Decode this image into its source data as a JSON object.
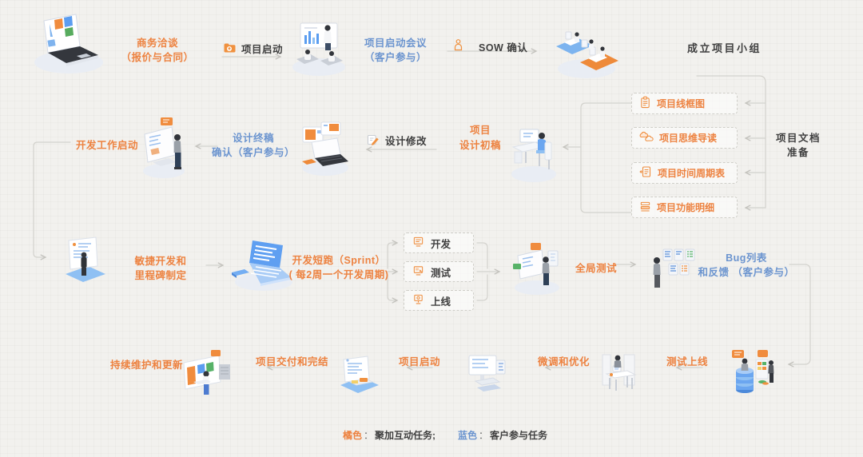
{
  "palette": {
    "orange": "#ed8240",
    "blue": "#6b94cf",
    "dark": "#3f3f3f",
    "connector_line": "#d3d2cd",
    "background": "#f2f1ee"
  },
  "row1": {
    "business_talk": {
      "line1": "商务洽谈",
      "line2": "（报价与合同）"
    },
    "project_start": {
      "icon": "folder-icon",
      "label": "项目启动"
    },
    "kickoff_meeting": {
      "line1": "项目启动会议",
      "line2": "（客户参与）"
    },
    "sow_confirm": {
      "icon": "figure-icon",
      "label": "SOW 确认"
    },
    "form_team": {
      "label": "成立项目小组"
    }
  },
  "docs": {
    "items": [
      {
        "icon": "wireframe-icon",
        "label": "项目线框图"
      },
      {
        "icon": "mindmap-icon",
        "label": "项目思维导读"
      },
      {
        "icon": "schedule-icon",
        "label": "项目时间周期表"
      },
      {
        "icon": "feature-list-icon",
        "label": "项目功能明细"
      }
    ],
    "prep_label": {
      "line1": "项目文档",
      "line2": "准备"
    }
  },
  "row2": {
    "dev_start": {
      "label": "开发工作启动"
    },
    "final_design": {
      "line1": "设计终稿",
      "line2": "确认（客户参与）"
    },
    "design_edit": {
      "icon": "edit-icon",
      "label": "设计修改"
    },
    "initial_design": {
      "line1": "项目",
      "line2": "设计初稿"
    }
  },
  "row3": {
    "agile": {
      "line1": "敏捷开发和",
      "line2": "里程碑制定"
    },
    "sprint": {
      "line1": "开发短跑（Sprint）",
      "line2": "( 每2周一个开发周期)"
    },
    "sprint_items": [
      {
        "icon": "dev-monitor-icon",
        "label": "开发"
      },
      {
        "icon": "test-monitor-icon",
        "label": "测试"
      },
      {
        "icon": "launch-monitor-icon",
        "label": "上线"
      }
    ],
    "global_test": {
      "label": "全局测试"
    },
    "bug_feedback": {
      "line1": "Bug列表",
      "line2": "和反馈 （客户参与）"
    }
  },
  "row4": {
    "maintain": {
      "label": "持续维护和更新"
    },
    "delivery": {
      "label": "项目交付和完结"
    },
    "launch": {
      "label": "项目启动"
    },
    "optimize": {
      "label": "微调和优化"
    },
    "test_launch": {
      "label": "测试上线"
    }
  },
  "legend": {
    "orange_term": "橘色",
    "colon": "：",
    "orange_desc": "聚加互动任务;",
    "blue_term": "蓝色",
    "blue_desc": "客户参与任务"
  }
}
